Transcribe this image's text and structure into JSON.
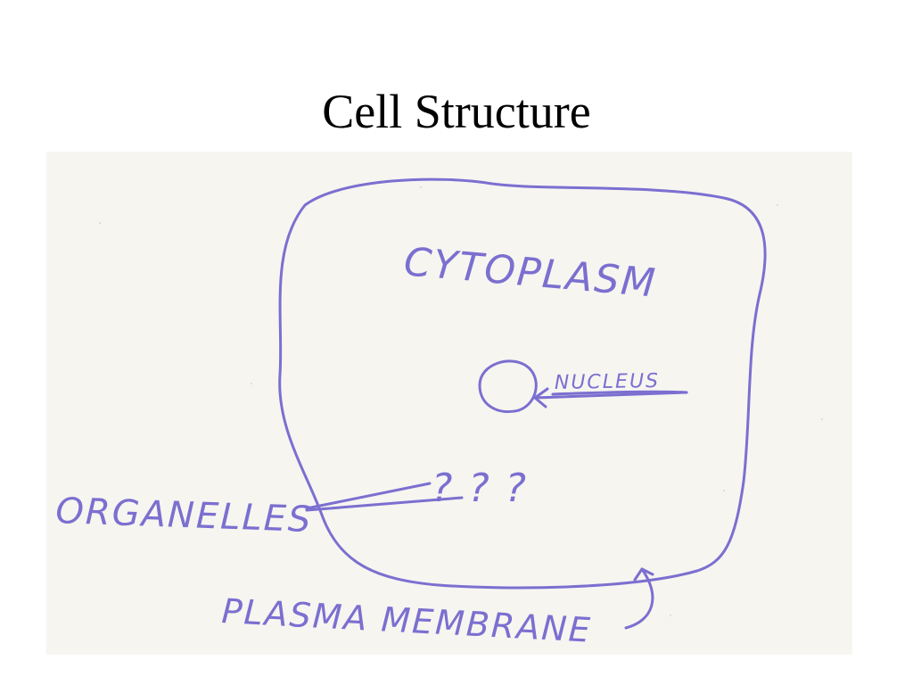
{
  "slide": {
    "title": "Cell Structure"
  },
  "diagram": {
    "labels": {
      "cytoplasm": "CYTOPLASM",
      "nucleus": "NUCLEUS",
      "organelles": "ORGANELLES",
      "question_marks": "? ? ?",
      "plasma_membrane": "PLASMA MEMBRANE"
    },
    "colors": {
      "ink": "#7b6fd0",
      "paper": "#f6f5f0",
      "title": "#000000"
    }
  }
}
